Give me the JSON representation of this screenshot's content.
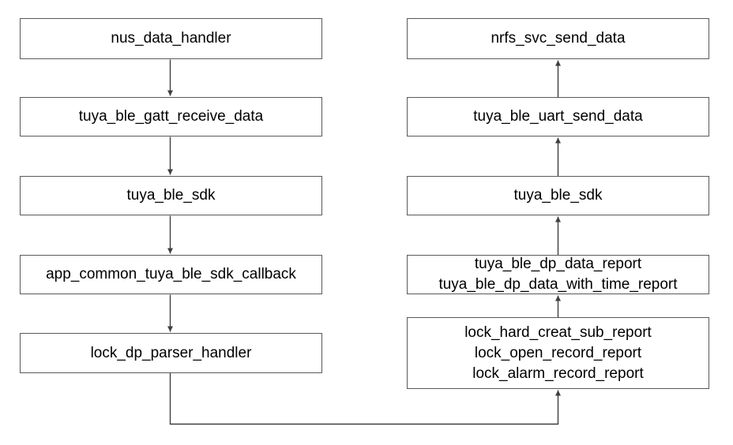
{
  "diagram": {
    "type": "flowchart",
    "background": "#ffffff",
    "box_border_color": "#595959",
    "arrow_color": "#3f3f3f",
    "text_color": "#000000",
    "left_flow": {
      "direction": "top-to-bottom",
      "nodes": [
        {
          "id": "nus_data_handler",
          "lines": [
            "nus_data_handler"
          ]
        },
        {
          "id": "tuya_ble_gatt_receive_data",
          "lines": [
            "tuya_ble_gatt_receive_data"
          ]
        },
        {
          "id": "tuya_ble_sdk_left",
          "lines": [
            "tuya_ble_sdk"
          ]
        },
        {
          "id": "app_common_tuya_ble_sdk_callback",
          "lines": [
            "app_common_tuya_ble_sdk_callback"
          ]
        },
        {
          "id": "lock_dp_parser_handler",
          "lines": [
            "lock_dp_parser_handler"
          ]
        }
      ]
    },
    "right_flow": {
      "direction": "bottom-to-top",
      "nodes": [
        {
          "id": "nrfs_svc_send_data",
          "lines": [
            "nrfs_svc_send_data"
          ]
        },
        {
          "id": "tuya_ble_uart_send_data",
          "lines": [
            "tuya_ble_uart_send_data"
          ]
        },
        {
          "id": "tuya_ble_sdk_right",
          "lines": [
            "tuya_ble_sdk"
          ]
        },
        {
          "id": "tuya_ble_dp_data_report",
          "lines": [
            "tuya_ble_dp_data_report",
            "tuya_ble_dp_data_with_time_report"
          ]
        },
        {
          "id": "lock_reports",
          "lines": [
            "lock_hard_creat_sub_report",
            "lock_open_record_report",
            "lock_alarm_record_report"
          ]
        }
      ]
    },
    "edges": [
      {
        "from": "nus_data_handler",
        "to": "tuya_ble_gatt_receive_data",
        "style": "straight-down"
      },
      {
        "from": "tuya_ble_gatt_receive_data",
        "to": "tuya_ble_sdk_left",
        "style": "straight-down"
      },
      {
        "from": "tuya_ble_sdk_left",
        "to": "app_common_tuya_ble_sdk_callback",
        "style": "straight-down"
      },
      {
        "from": "app_common_tuya_ble_sdk_callback",
        "to": "lock_dp_parser_handler",
        "style": "straight-down"
      },
      {
        "from": "lock_dp_parser_handler",
        "to": "lock_reports",
        "style": "elbow-down-right-up"
      },
      {
        "from": "lock_reports",
        "to": "tuya_ble_dp_data_report",
        "style": "straight-up"
      },
      {
        "from": "tuya_ble_dp_data_report",
        "to": "tuya_ble_sdk_right",
        "style": "straight-up"
      },
      {
        "from": "tuya_ble_sdk_right",
        "to": "tuya_ble_uart_send_data",
        "style": "straight-up"
      },
      {
        "from": "tuya_ble_uart_send_data",
        "to": "nrfs_svc_send_data",
        "style": "straight-up"
      }
    ]
  }
}
